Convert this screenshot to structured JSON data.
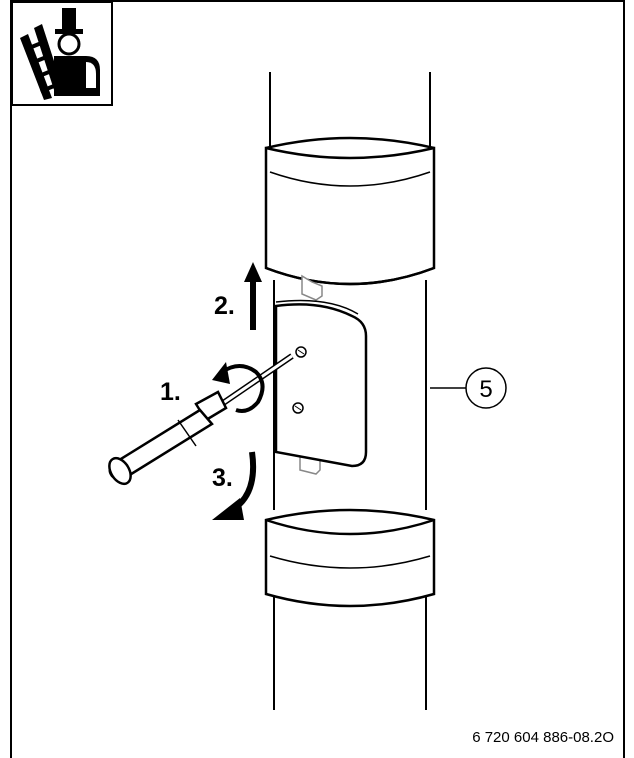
{
  "diagram": {
    "steps": [
      {
        "id": "step-1",
        "label": "1."
      },
      {
        "id": "step-2",
        "label": "2."
      },
      {
        "id": "step-3",
        "label": "3."
      }
    ],
    "callout": {
      "label": "5"
    },
    "figure_id": "6 720 604 886-08.2O",
    "icon": "chimney-sweep-with-ladder-icon"
  }
}
